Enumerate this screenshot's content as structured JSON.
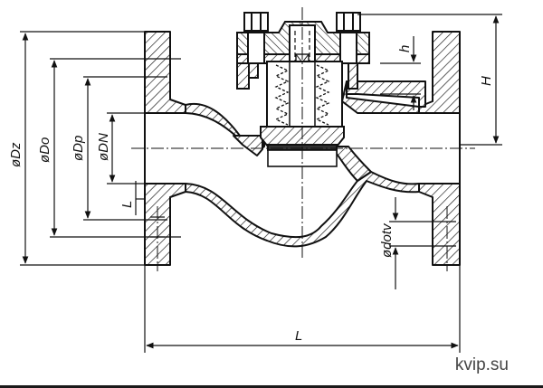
{
  "labels": {
    "dz": "øDz",
    "do": "øDo",
    "dp": "øDp",
    "dn": "øDN",
    "l_small": "L",
    "h_small": "h",
    "h_big": "H",
    "dotv": "ødotv",
    "len": "L"
  },
  "watermark": "kvip.su"
}
